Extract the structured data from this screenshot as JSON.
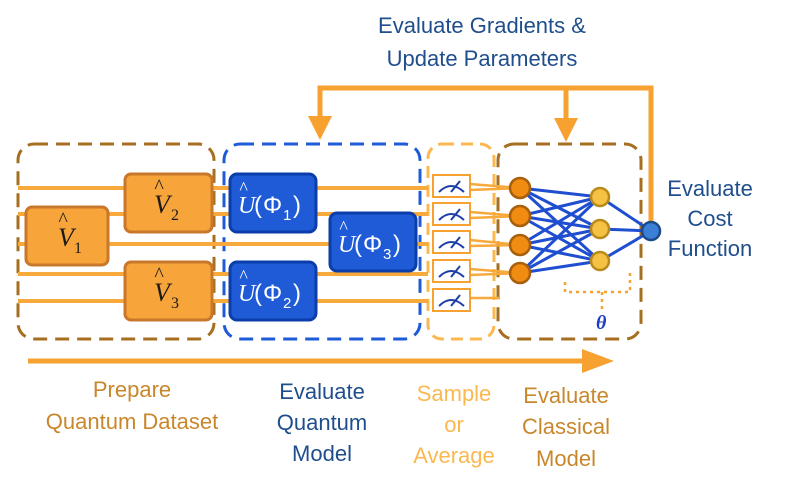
{
  "colors": {
    "orange_dark": "#c9872b",
    "orange": "#f6a130",
    "orange_light": "#fbb850",
    "orange_fill": "#f7a53a",
    "blue": "#1f5bd6",
    "blue_dark": "#0b3ea8",
    "blue_text": "#1f4e8c",
    "blue_theta": "#1b40c8",
    "wire_orange": "#f7a93c",
    "node_light": "#f7c244",
    "output_node": "#3c7fd6"
  },
  "top_caption": {
    "line1": "Evaluate Gradients &",
    "line2": "Update Parameters"
  },
  "right_caption": {
    "line1": "Evaluate",
    "line2": "Cost",
    "line3": "Function"
  },
  "stages": {
    "prepare": {
      "line1": "Prepare",
      "line2": "Quantum Dataset"
    },
    "quantum": {
      "line1": "Evaluate",
      "line2": "Quantum",
      "line3": "Model"
    },
    "sample": {
      "line1": "Sample",
      "line2": "or",
      "line3": "Average"
    },
    "classical": {
      "line1": "Evaluate",
      "line2": "Classical",
      "line3": "Model"
    }
  },
  "gates": {
    "v1": {
      "base": "V",
      "sub": "1"
    },
    "v2": {
      "base": "V",
      "sub": "2"
    },
    "v3": {
      "base": "V",
      "sub": "3"
    },
    "u1": {
      "base": "U",
      "sub": "1"
    },
    "u2": {
      "base": "U",
      "sub": "2"
    },
    "u3": {
      "base": "U",
      "sub": "3"
    }
  },
  "theta": "θ",
  "phi": "Φ"
}
